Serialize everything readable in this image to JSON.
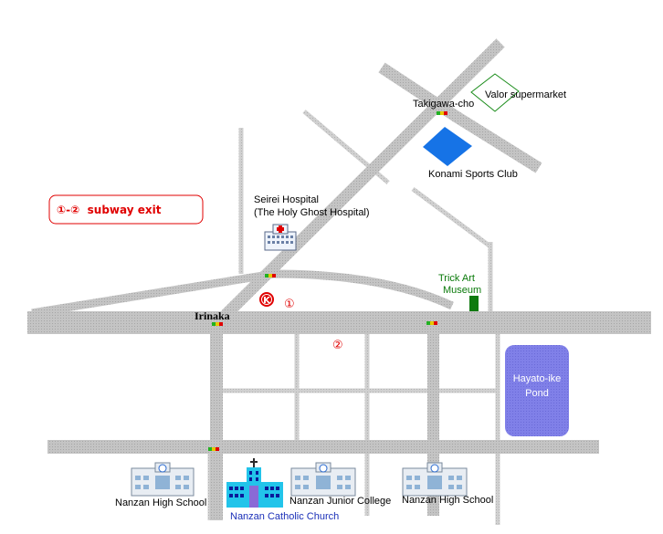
{
  "legend": {
    "text": "①-②  subway exit"
  },
  "places": {
    "takigawa": "Takigawa-cho",
    "valor": "Valor supermarket",
    "konami": "Konami Sports Club",
    "seirei_1": "Seirei Hospital",
    "seirei_2": "(The Holy Ghost Hospital)",
    "trick_1": "Trick Art",
    "trick_2": "Museum",
    "irinaka": "Irinaka",
    "pond_1": "Hayato-ike",
    "pond_2": "Pond",
    "nanzan_high_left": "Nanzan High School",
    "nanzan_church": "Nanzan Catholic Church",
    "nanzan_junior": "Nanzan Junior College",
    "nanzan_high_right": "Nanzan High School"
  },
  "exits": {
    "exit_1": "①",
    "exit_2": "②",
    "station_mark": "K"
  },
  "colors": {
    "road_main": "#b4b4b4",
    "road_minor": "#c8c8c8",
    "konami": "#1673e6",
    "valor": "#1a8c1a",
    "trick_art": "#0f7a0f",
    "pond": "#7a7ae6",
    "exit_red": "#e00000",
    "church_blue": "#1a2fb8"
  }
}
